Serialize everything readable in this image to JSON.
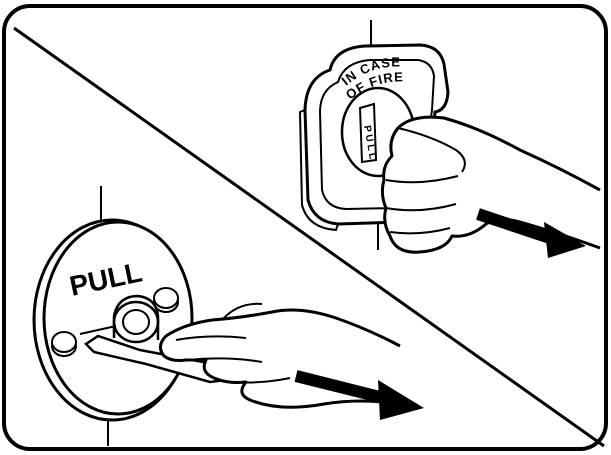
{
  "illustration": {
    "lower_panel": {
      "station_label": "PULL"
    },
    "upper_panel": {
      "station_label_line1": "IN CASE",
      "station_label_line2": "OF FIRE"
    }
  },
  "colors": {
    "ink": "#000000",
    "background": "#ffffff"
  },
  "icons": [
    "arrow-right-down-icon",
    "arrow-right-down-icon"
  ]
}
